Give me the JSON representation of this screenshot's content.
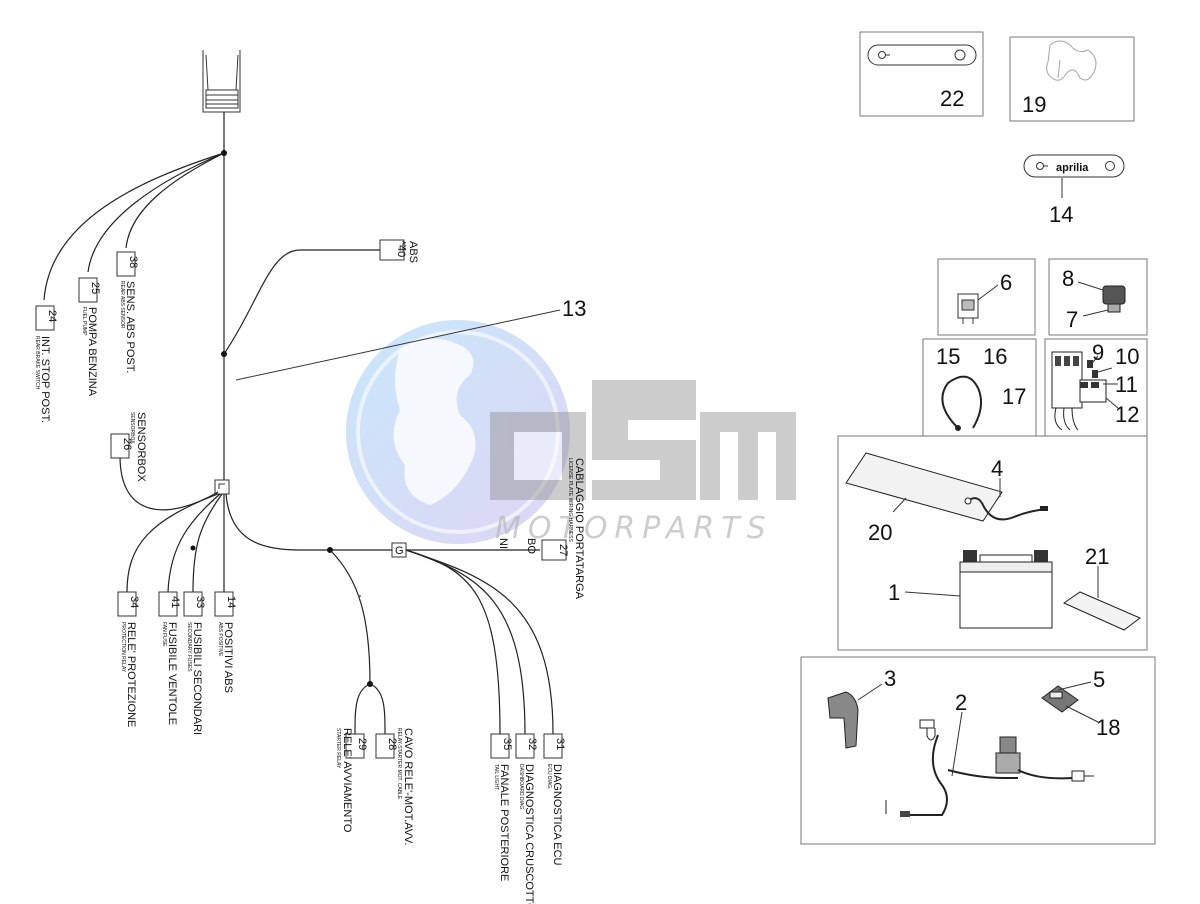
{
  "watermark": {
    "text": "MOTORPARTS"
  },
  "harness_label": {
    "title": "CABLAGGIO PORTATARGA",
    "sub": "LICENSE PLATE WIRING HARNESS"
  },
  "connectors": {
    "c24": {
      "num": "24",
      "title": "INT. STOP POST.",
      "sub": "REAR BRAKE SWITCH"
    },
    "c25": {
      "num": "25",
      "title": "POMPA BENZINA",
      "sub": "FUEL PUMP"
    },
    "c38": {
      "num": "38",
      "title": "SENS. ABS POST.",
      "sub": "REAR ABS SENSOR"
    },
    "c40": {
      "num": "40",
      "title": "ABS",
      "sub": "ABS"
    },
    "c26": {
      "num": "26",
      "title": "SENSORBOX",
      "sub": "SENSORBOX"
    },
    "c34": {
      "num": "34",
      "title": "RELE' PROTEZIONE",
      "sub": "PROTECTION RELAY"
    },
    "c41": {
      "num": "41",
      "title": "FUSIBILE VENTOLE",
      "sub": "FAN FUSE"
    },
    "c33": {
      "num": "33",
      "title": "FUSIBILI SECONDARI",
      "sub": "SECONDARY FUSES"
    },
    "c14": {
      "num": "14",
      "title": "POSITIVI ABS",
      "sub": "ABS POSITIVE"
    },
    "c29": {
      "num": "29",
      "title": "RELE' AVVIAMENTO",
      "sub": "STARTER RELAY"
    },
    "c28": {
      "num": "28",
      "title": "CAVO RELE'-MOT.AVV.",
      "sub": "RELAY-STARTER MOT. CABLE"
    },
    "c35": {
      "num": "35",
      "title": "FANALE POSTERIORE",
      "sub": "TAIL LIGHT"
    },
    "c32": {
      "num": "32",
      "title": "DIAGNOSTICA CRUSCOTTO",
      "sub": "DASHBOARD DIAG."
    },
    "c31": {
      "num": "31",
      "title": "DIAGNOSTICA ECU",
      "sub": "ECU DIAG."
    },
    "c27": {
      "num": "27",
      "title": "",
      "sub": ""
    }
  },
  "small_marks": {
    "ni": "NI",
    "bo": "BO",
    "g": "G"
  },
  "callouts": {
    "n13": "13",
    "n22": "22",
    "n19": "19",
    "n14": "14",
    "n6": "6",
    "n8": "8",
    "n7": "7",
    "n15": "15",
    "n16": "16",
    "n17": "17",
    "n9": "9",
    "n10": "10",
    "n11": "11",
    "n12": "12",
    "n4": "4",
    "n20": "20",
    "n21": "21",
    "n1": "1",
    "n3": "3",
    "n2": "2",
    "n5": "5",
    "n18": "18"
  },
  "key_brand": "aprilia",
  "colors": {
    "watermark_gray": "#8f8f8f",
    "watermark_globe_blue": "#4aa3e0",
    "watermark_globe_purple": "#7b6fd0"
  }
}
